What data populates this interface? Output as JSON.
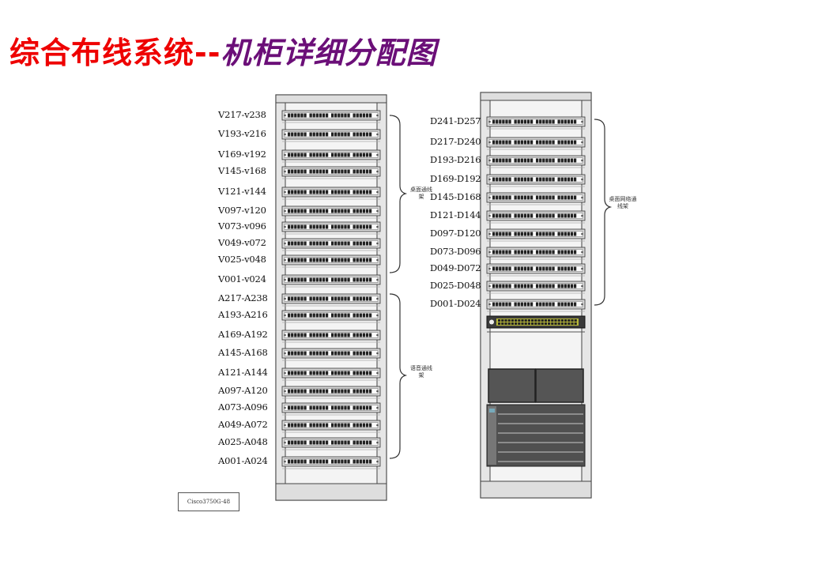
{
  "title": {
    "part1": "综合布线系统--",
    "part2": "机柜详细分配图"
  },
  "left_rack": {
    "labels": [
      "V217-v238",
      "V193-v216",
      "V169-v192",
      "V145-v168",
      "V121-v144",
      "V097-v120",
      "V073-v096",
      "V049-v072",
      "V025-v048",
      "V001-v024",
      "A217-A238",
      "A193-A216",
      "A169-A192",
      "A145-A168",
      "A121-A144",
      "A097-A120",
      "A073-A096",
      "A049-A072",
      "A025-A048",
      "A001-A024"
    ],
    "caption_top": "桌面通线架",
    "caption_bottom": "语音通线架"
  },
  "right_rack": {
    "labels": [
      "D241-D257",
      "D217-D240",
      "D193-D216",
      "D169-D192",
      "D145-D168",
      "D121-D144",
      "D097-D120",
      "D073-D096",
      "D049-D072",
      "D025-D048",
      "D001-D024"
    ],
    "caption": "桌面网络通线架"
  },
  "legend": "Cisco3750G-48"
}
